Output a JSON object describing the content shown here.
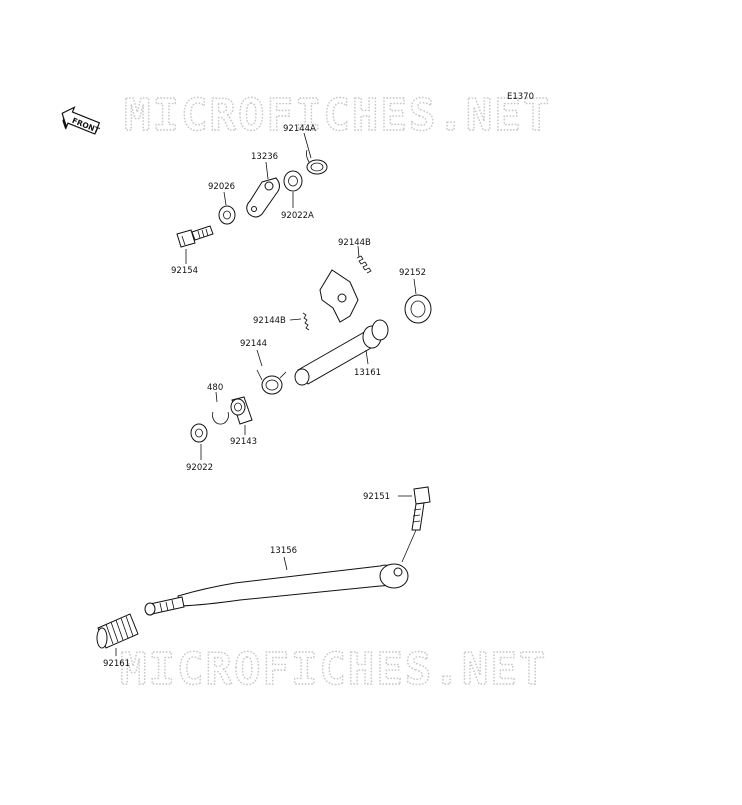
{
  "diagram": {
    "code": "E1370",
    "front_label": "FRONT",
    "watermark": "MICROFICHES.NET",
    "callouts": {
      "p92144A": "92144A",
      "p13236": "13236",
      "p92026": "92026",
      "p92022A": "92022A",
      "p92154": "92154",
      "p92144B_top": "92144B",
      "p92152": "92152",
      "p92144B_mid": "92144B",
      "p92144": "92144",
      "p13161": "13161",
      "p480": "480",
      "p92143": "92143",
      "p92022": "92022",
      "p92151": "92151",
      "p13156": "13156",
      "p92161": "92161"
    }
  }
}
